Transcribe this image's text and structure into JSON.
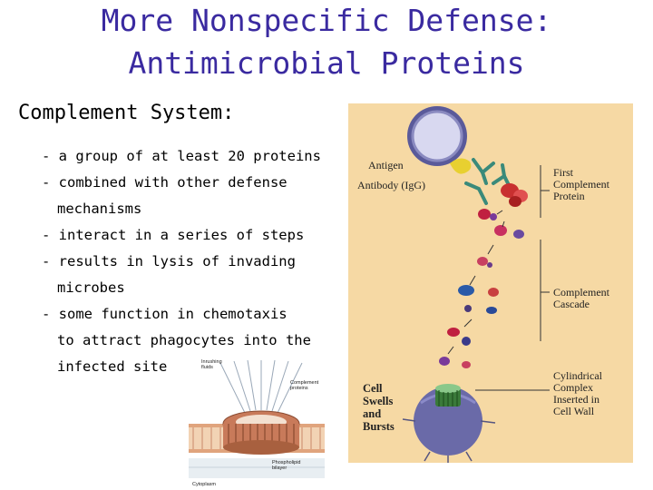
{
  "title": {
    "line1": "More Nonspecific Defense:",
    "line2": "Antimicrobial Proteins"
  },
  "subtitle": "Complement System:",
  "bullets": [
    {
      "line": "- a group of at least 20 proteins"
    },
    {
      "line": "- combined with other defense",
      "cont": "mechanisms"
    },
    {
      "line": "- interact in a series of steps"
    },
    {
      "line": "- results in lysis of invading",
      "cont": "microbes"
    },
    {
      "line": "- some function in chemotaxis",
      "cont": "to attract phagocytes into the",
      "cont2": "infected site"
    }
  ],
  "small_figure": {
    "label_inrushing": "Inrushing fluids",
    "label_complement": "Complement proteins",
    "label_phospholipid": "Phospholipid bilayer",
    "label_cytoplasm": "Cytoplasm"
  },
  "main_figure": {
    "label_antigen": "Antigen",
    "label_antibody": "Antibody (IgG)",
    "label_first": "First Complement Protein",
    "label_cascade": "Complement Cascade",
    "label_cylindrical": "Cylindrical Complex Inserted in Cell Wall",
    "label_swells": "Cell Swells and Bursts",
    "background_color": "#f6d9a4"
  }
}
